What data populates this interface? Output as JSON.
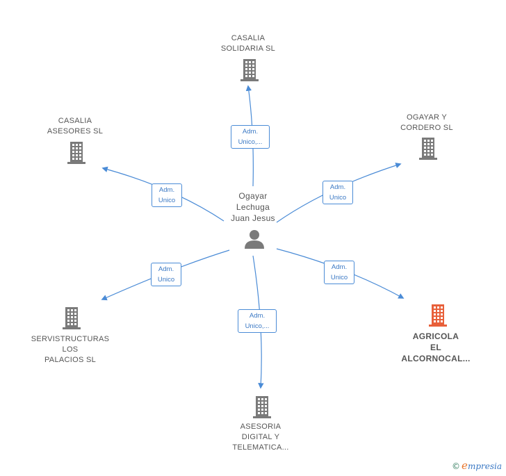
{
  "center": {
    "name_lines": [
      "Ogayar",
      "Lechuga",
      "Juan Jesus"
    ],
    "icon": "person-icon"
  },
  "nodes": [
    {
      "id": "casalia-solidaria",
      "lines": [
        "CASALIA",
        "SOLIDARIA SL"
      ],
      "icon": "building-icon",
      "color": "#7a7a7a"
    },
    {
      "id": "casalia-asesores",
      "lines": [
        "CASALIA",
        "ASESORES SL"
      ],
      "icon": "building-icon",
      "color": "#7a7a7a"
    },
    {
      "id": "ogayar-cordero",
      "lines": [
        "OGAYAR Y",
        "CORDERO SL"
      ],
      "icon": "building-icon",
      "color": "#7a7a7a"
    },
    {
      "id": "servistructuras",
      "lines": [
        "SERVISTRUCTURAS",
        "LOS",
        "PALACIOS SL"
      ],
      "icon": "building-icon",
      "color": "#7a7a7a"
    },
    {
      "id": "agricola",
      "lines": [
        "AGRICOLA",
        "EL",
        "ALCORNOCAL..."
      ],
      "icon": "building-icon",
      "color": "#e8603a",
      "highlight": true
    },
    {
      "id": "asesoria",
      "lines": [
        "ASESORIA",
        "DIGITAL Y",
        "TELEMATICA..."
      ],
      "icon": "building-icon",
      "color": "#7a7a7a"
    }
  ],
  "edges": [
    {
      "to": "casalia-solidaria",
      "label_lines": [
        "Adm.",
        "Unico,..."
      ]
    },
    {
      "to": "casalia-asesores",
      "label_lines": [
        "Adm.",
        "Unico"
      ]
    },
    {
      "to": "ogayar-cordero",
      "label_lines": [
        "Adm.",
        "Unico"
      ]
    },
    {
      "to": "servistructuras",
      "label_lines": [
        "Adm.",
        "Unico"
      ]
    },
    {
      "to": "agricola",
      "label_lines": [
        "Adm.",
        "Unico"
      ]
    },
    {
      "to": "asesoria",
      "label_lines": [
        "Adm.",
        "Unico,..."
      ]
    }
  ],
  "colors": {
    "edge": "#4a8bd6",
    "icon_default": "#7a7a7a",
    "icon_highlight": "#e8603a"
  },
  "footer": {
    "copyright": "©",
    "brand_initial": "e",
    "brand_rest": "mpresia"
  }
}
